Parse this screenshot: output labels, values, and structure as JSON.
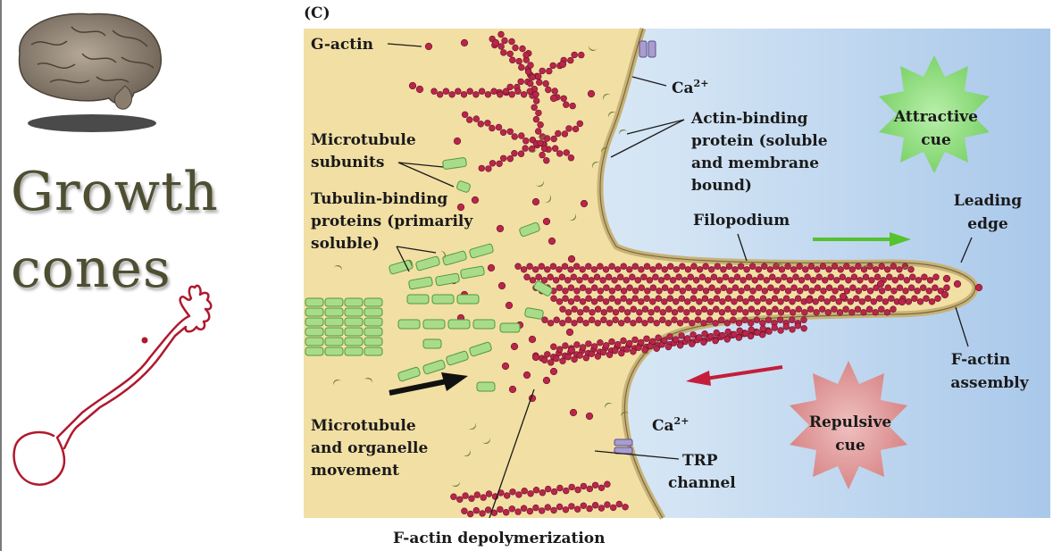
{
  "slide": {
    "title_line1": "Growth",
    "title_line2": "cones"
  },
  "figure": {
    "panel_label": "(C)",
    "labels": {
      "g_actin": "G-actin",
      "microtubule_subunits_1": "Microtubule",
      "microtubule_subunits_2": "subunits",
      "tubulin_binding_1": "Tubulin-binding",
      "tubulin_binding_2": "proteins (primarily",
      "tubulin_binding_3": "soluble)",
      "ca_top": "Ca",
      "ca_top_sup": "2+",
      "actin_binding_1": "Actin-binding",
      "actin_binding_2": "protein (soluble",
      "actin_binding_3": "and membrane",
      "actin_binding_4": "bound)",
      "attractive_cue_1": "Attractive",
      "attractive_cue_2": "cue",
      "leading_edge_1": "Leading",
      "leading_edge_2": "edge",
      "filopodium": "Filopodium",
      "f_actin_assembly_1": "F-actin",
      "f_actin_assembly_2": "assembly",
      "repulsive_cue_1": "Repulsive",
      "repulsive_cue_2": "cue",
      "ca_bottom": "Ca",
      "ca_bottom_sup": "2+",
      "trp_1": "TRP",
      "trp_2": "channel",
      "mt_movement_1": "Microtubule",
      "mt_movement_2": "and organelle",
      "mt_movement_3": "movement",
      "f_actin_depoly": "F-actin depolymerization"
    },
    "colors": {
      "cytoplasm": "#f2dfa4",
      "membrane": "#c8b277",
      "actin": "#b8264a",
      "microtubule": "#a9dc8a",
      "microtubule_stroke": "#4f9a3b",
      "attractive_cue": "#7ed36b",
      "repulsive_cue": "#d98888",
      "attract_arrow": "#55c22e",
      "repulse_arrow": "#c41e3a",
      "neuron_outline": "#b0182e",
      "title_text": "#4e4e31"
    },
    "icons": [
      "brain-icon",
      "neuron-sketch-icon"
    ]
  }
}
